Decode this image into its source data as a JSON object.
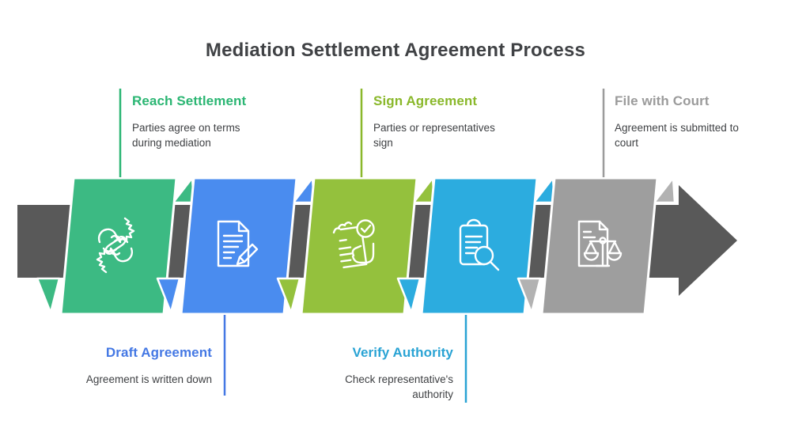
{
  "title": {
    "text": "Mediation Settlement Agreement Process",
    "color": "#404245"
  },
  "arrow": {
    "color": "#595959",
    "direction": "right"
  },
  "steps": [
    {
      "title": "Reach Settlement",
      "description": "Parties agree on terms during mediation",
      "color": "#3cba83",
      "accent": "#2bb673",
      "fold_color": "#3cba83",
      "icon": "handshake-icon",
      "label_position": "top"
    },
    {
      "title": "Draft Agreement",
      "description": "Agreement is written down",
      "color": "#4a8cef",
      "accent": "#4478e4",
      "fold_color": "#4a8cef",
      "icon": "document-pencil-icon",
      "label_position": "bottom"
    },
    {
      "title": "Sign Agreement",
      "description": "Parties or representatives sign",
      "color": "#94c13d",
      "accent": "#8ab82b",
      "fold_color": "#94c13d",
      "icon": "signed-document-icon",
      "label_position": "top"
    },
    {
      "title": "Verify Authority",
      "description": "Check representative's authority",
      "color": "#2cacdf",
      "accent": "#29a3d4",
      "fold_color": "#2cacdf",
      "icon": "clipboard-magnifier-icon",
      "label_position": "bottom"
    },
    {
      "title": "File with Court",
      "description": "Agreement is submitted to court",
      "color": "#9e9e9e",
      "accent": "#9b9b9b",
      "fold_color": "#b2b2b2",
      "icon": "document-scales-icon",
      "label_position": "top"
    }
  ]
}
